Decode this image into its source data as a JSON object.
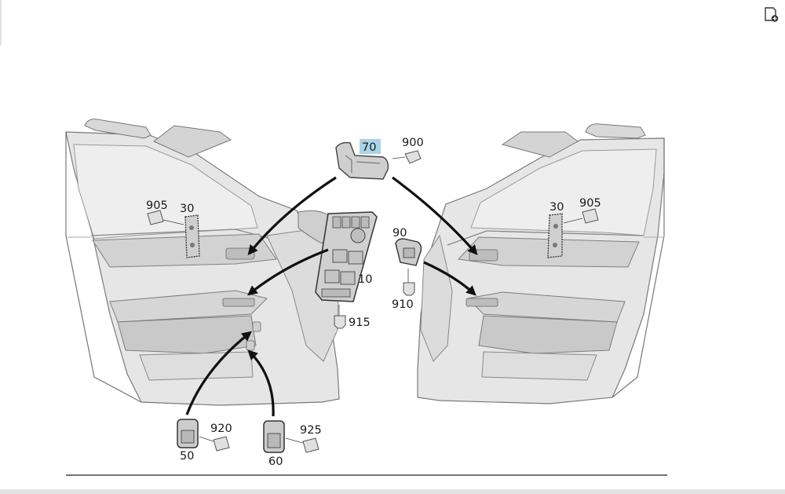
{
  "toolbar": {
    "icon": "document-add-icon"
  },
  "diagram": {
    "highlight_color": "#a8d4e6",
    "parts": {
      "p10": "10",
      "p30_left": "30",
      "p30_right": "30",
      "p50": "50",
      "p60": "60",
      "p70": "70",
      "p90": "90",
      "p900": "900",
      "p905_left": "905",
      "p905_right": "905",
      "p910": "910",
      "p915": "915",
      "p920": "920",
      "p925": "925"
    }
  }
}
